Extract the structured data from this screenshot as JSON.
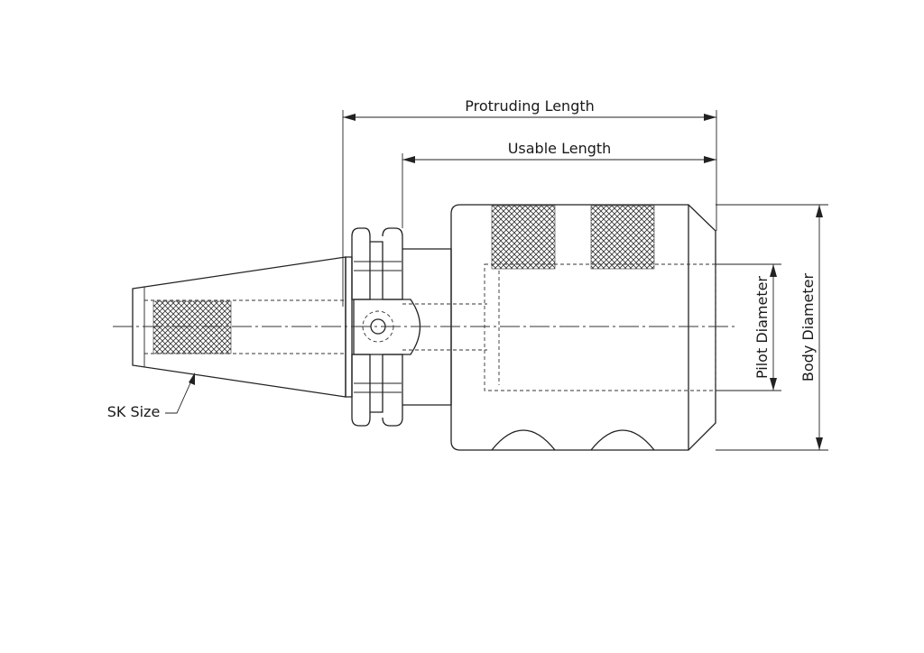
{
  "labels": {
    "protruding_length": "Protruding Length",
    "usable_length": "Usable Length",
    "pilot_diameter": "Pilot Diameter",
    "body_diameter": "Body Diameter",
    "sk_size": "SK Size"
  },
  "colors": {
    "line": "#222222",
    "background": "#ffffff"
  }
}
